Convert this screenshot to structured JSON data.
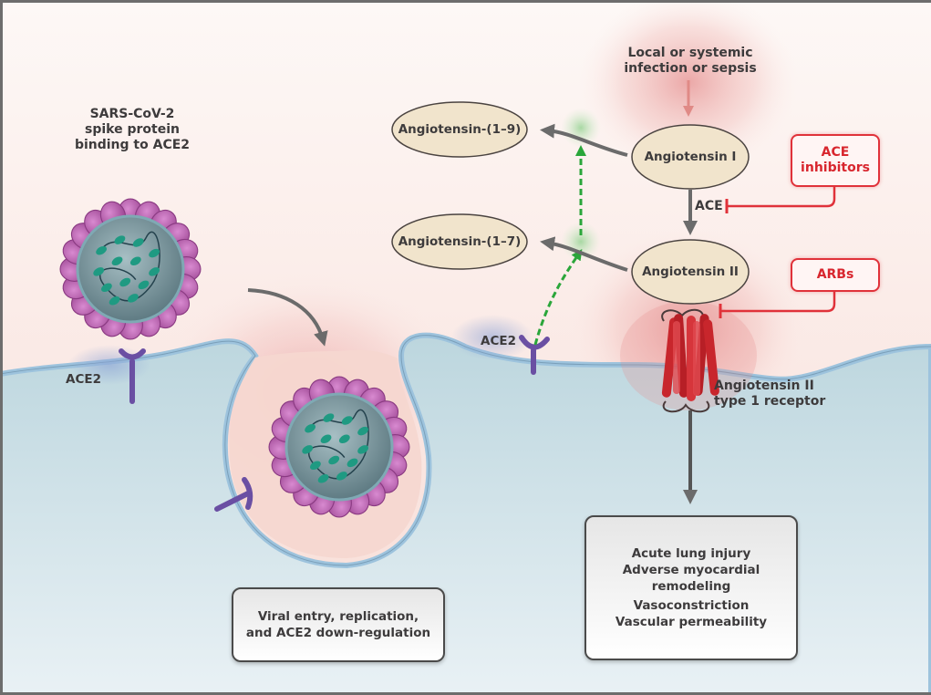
{
  "figure": {
    "virus_label": [
      "SARS-CoV-2",
      "spike protein",
      "binding to ACE2"
    ],
    "trigger_label": [
      "Local or systemic",
      "infection or sepsis"
    ],
    "nodes": {
      "angiotensin_i": "Angiotensin I",
      "angiotensin_ii": "Angiotensin II",
      "angiotensin_1_9": "Angiotensin-(1–9)",
      "angiotensin_1_7": "Angiotensin-(1–7)"
    },
    "enzyme_label": "ACE",
    "receptor_label": [
      "Angiotensin II",
      "type 1 receptor"
    ],
    "ace2_labels": [
      "ACE2",
      "ACE2"
    ],
    "drugs": {
      "ace_inhibitors": [
        "ACE",
        "inhibitors"
      ],
      "arbs": "ARBs"
    },
    "outcome_boxes": {
      "viral_entry": [
        "Viral entry, replication,",
        "and ACE2 down-regulation"
      ],
      "lung_injury": [
        "Acute lung injury",
        "Adverse myocardial",
        "remodeling",
        "Vasoconstriction",
        "Vascular permeability"
      ]
    },
    "colors": {
      "drug_red": "#e0323a",
      "ace2_green": "#2aa63a",
      "spike_purple": "#b05aa6",
      "receptor_red": "#c8262c",
      "cell_blue": "#c4dbe3",
      "membrane_blue": "#9dc3dd",
      "oval_fill": "#f1e4cc"
    }
  }
}
